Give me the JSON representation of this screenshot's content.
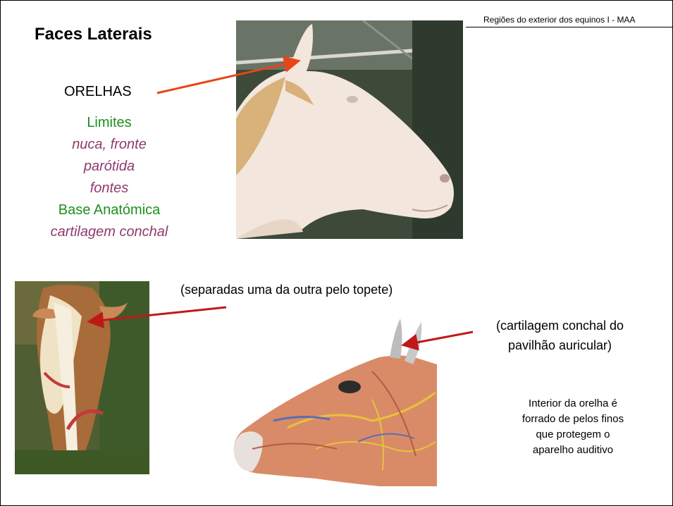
{
  "header": {
    "text": "Regiões do exterior dos equinos  I -  MAA"
  },
  "slide": {
    "title": "Faces Laterais",
    "region": "ORELHAS",
    "limits_label": "Limites",
    "limits": [
      "nuca, fronte",
      "parótida",
      "fontes"
    ],
    "base_label": "Base Anatómica",
    "base": "cartilagem conchal"
  },
  "notes": {
    "separadas": "(separadas uma da outra pelo topete)",
    "cartilagem_line1": "(cartilagem conchal do",
    "cartilagem_line2": "pavilhão auricular)",
    "interior_line1": "Interior da orelha é",
    "interior_line2": "forrado de pelos finos",
    "interior_line3": "que protegem o",
    "interior_line4": "aparelho auditivo"
  },
  "colors": {
    "label_green": "#1e8f1e",
    "detail_purple": "#8f3a6e",
    "arrow_red": "#c01818",
    "arrow_orange": "#e8451a"
  }
}
